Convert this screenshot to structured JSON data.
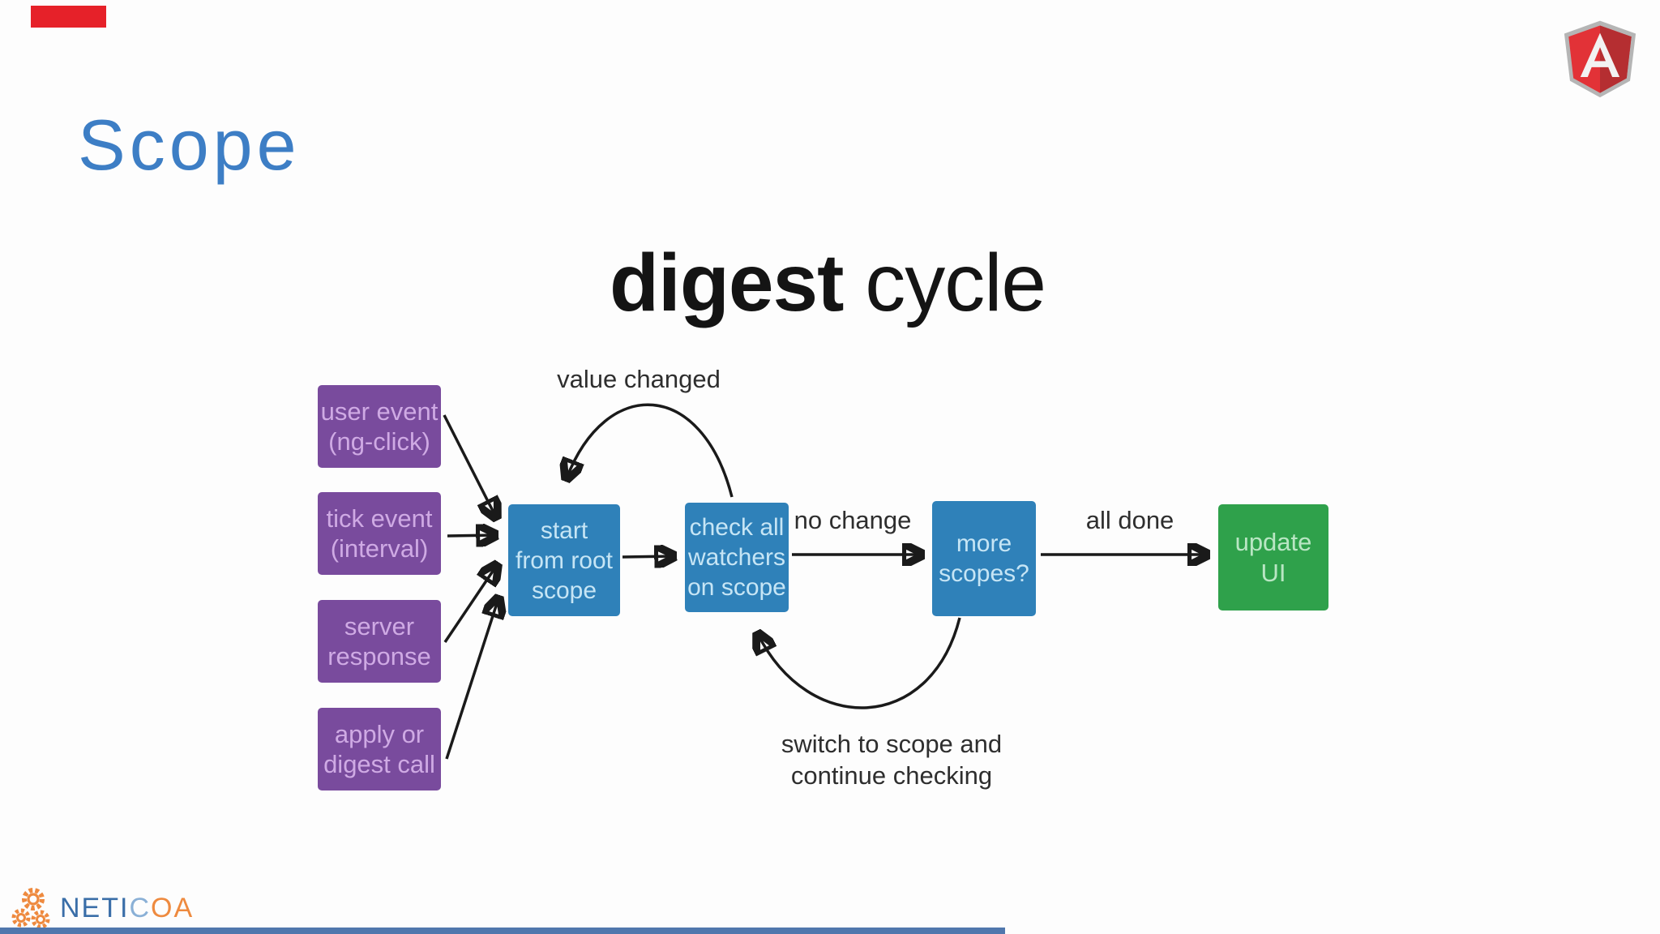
{
  "slide": {
    "title": "Scope",
    "heading": {
      "bold": "digest",
      "regular": " cycle"
    }
  },
  "flowchart": {
    "sources": [
      {
        "label": "user event\n(ng-click)"
      },
      {
        "label": "tick event\n(interval)"
      },
      {
        "label": "server\nresponse"
      },
      {
        "label": "apply or\ndigest call"
      }
    ],
    "steps": [
      {
        "label": "start\nfrom root\nscope"
      },
      {
        "label": "check all\nwatchers\non scope"
      },
      {
        "label": "more\nscopes?"
      }
    ],
    "result": {
      "label": "update\nUI"
    },
    "edge_labels": {
      "value_changed": "value changed",
      "no_change": "no change",
      "all_done": "all done",
      "switch_scope": "switch to scope and\ncontinue checking"
    }
  },
  "footer": {
    "brand": {
      "primary": "NETI",
      "secondary": "C",
      "accent": "OA"
    }
  },
  "colors": {
    "title_blue": "#3d7ec5",
    "source_purple": "#794b9d",
    "step_blue": "#2f81b9",
    "result_green": "#2fa14b",
    "arrow_black": "#1a1a1a",
    "brand_blue": "#3a6ea8",
    "brand_light_blue": "#8ab0d6",
    "brand_orange": "#ee8a3f",
    "record_red": "#e62129",
    "progress_blue": "#5077ad",
    "angular_red": "#e23237",
    "angular_dark_red": "#b52e31",
    "angular_border_gray": "#b5b5b5"
  }
}
